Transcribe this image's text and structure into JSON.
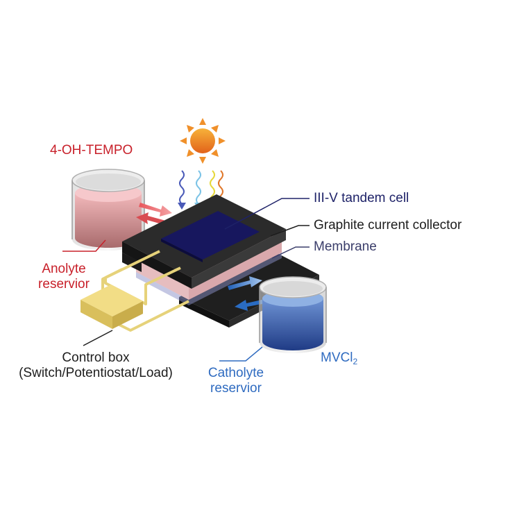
{
  "labels": {
    "anolyte_species": "4-OH-TEMPO",
    "anolyte_reservoir_line1": "Anolyte",
    "anolyte_reservoir_line2": "reservior",
    "tandem_cell": "III-V tandem cell",
    "graphite": "Graphite current collector",
    "membrane": "Membrane",
    "control_box_line1": "Control box",
    "control_box_line2": "(Switch/Potentiostat/Load)",
    "catholyte_reservoir_line1": "Catholyte",
    "catholyte_reservoir_line2": "reservior",
    "catholyte_species_main": "MVCl",
    "catholyte_species_sub": "2"
  },
  "colors": {
    "anolyte": "#c8202a",
    "catholyte": "#2f6bc0",
    "cell": "#14145a",
    "graphite": "#2a2a2a",
    "membrane": "#e9c6c6",
    "wire": "#e8d27a",
    "sun": "#f08a1c"
  }
}
